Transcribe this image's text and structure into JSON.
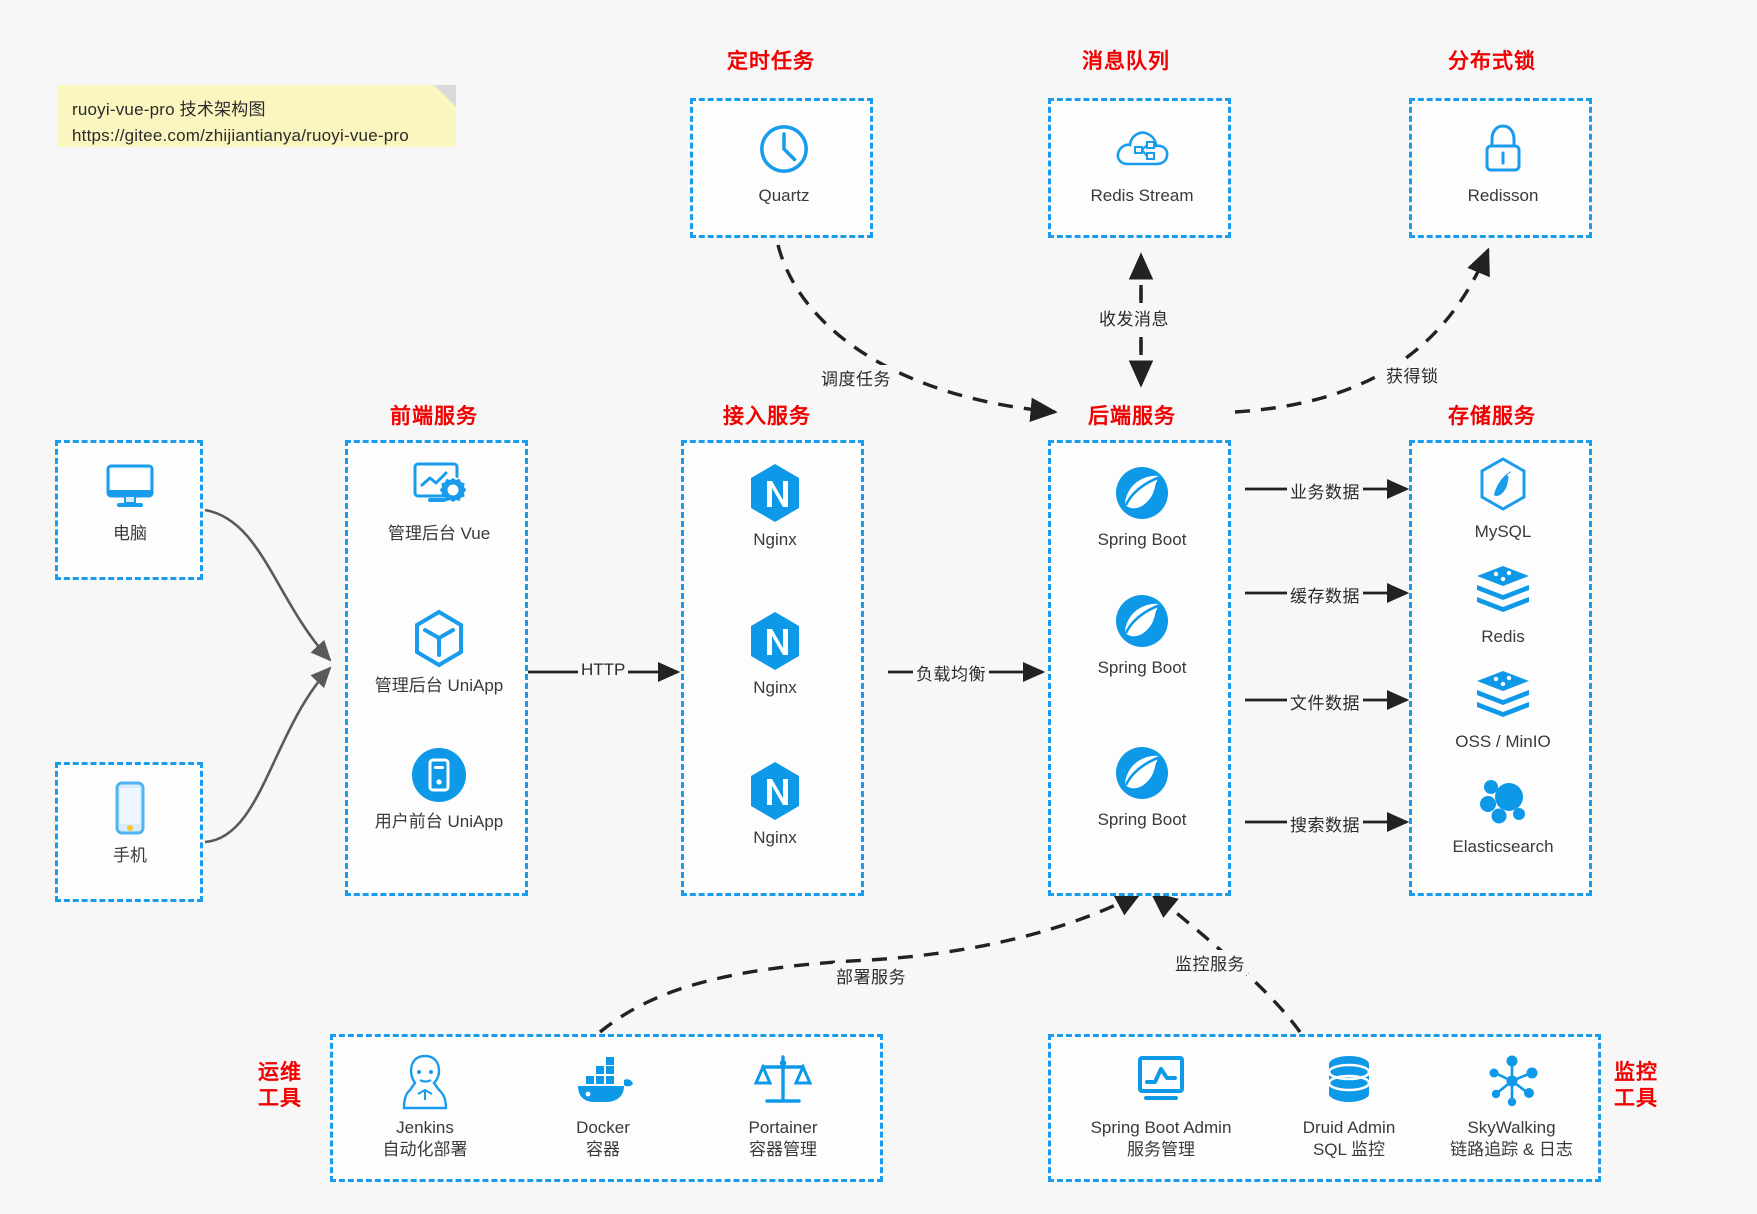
{
  "note": {
    "line1": "ruoyi-vue-pro 技术架构图",
    "line2": "https://gitee.com/zhijiantianya/ruoyi-vue-pro"
  },
  "colors": {
    "accent": "#1a9ced",
    "title": "#f00000",
    "text": "#3a3a3a",
    "background": "#f7f7f7",
    "note_bg": "#fbf6bf",
    "arrow": "#222222",
    "client_arrow": "#58595b"
  },
  "groups": {
    "scheduler": {
      "title": "定时任务",
      "nodes": [
        {
          "label": "Quartz",
          "icon": "clock-icon"
        }
      ]
    },
    "mq": {
      "title": "消息队列",
      "nodes": [
        {
          "label": "Redis Stream",
          "icon": "cloud-stream-icon"
        }
      ]
    },
    "lock": {
      "title": "分布式锁",
      "nodes": [
        {
          "label": "Redisson",
          "icon": "lock-icon"
        }
      ]
    },
    "clients": {
      "nodes": [
        {
          "label": "电脑",
          "icon": "desktop-icon"
        },
        {
          "label": "手机",
          "icon": "mobile-icon"
        }
      ]
    },
    "frontend": {
      "title": "前端服务",
      "nodes": [
        {
          "label": "管理后台 Vue",
          "icon": "dashboard-icon"
        },
        {
          "label": "管理后台 UniApp",
          "icon": "cube-icon"
        },
        {
          "label": "用户前台 UniApp",
          "icon": "app-icon"
        }
      ]
    },
    "gateway": {
      "title": "接入服务",
      "nodes": [
        {
          "label": "Nginx",
          "icon": "nginx-icon"
        },
        {
          "label": "Nginx",
          "icon": "nginx-icon"
        },
        {
          "label": "Nginx",
          "icon": "nginx-icon"
        }
      ]
    },
    "backend": {
      "title": "后端服务",
      "nodes": [
        {
          "label": "Spring Boot",
          "icon": "spring-icon"
        },
        {
          "label": "Spring Boot",
          "icon": "spring-icon"
        },
        {
          "label": "Spring Boot",
          "icon": "spring-icon"
        }
      ]
    },
    "storage": {
      "title": "存储服务",
      "nodes": [
        {
          "label": "MySQL",
          "icon": "mysql-icon"
        },
        {
          "label": "Redis",
          "icon": "redis-icon"
        },
        {
          "label": "OSS / MinIO",
          "icon": "redis-icon"
        },
        {
          "label": "Elasticsearch",
          "icon": "elasticsearch-icon"
        }
      ]
    },
    "devops": {
      "title_line1": "运维",
      "title_line2": "工具",
      "nodes": [
        {
          "label": "Jenkins",
          "sub": "自动化部署",
          "icon": "jenkins-icon"
        },
        {
          "label": "Docker",
          "sub": "容器",
          "icon": "docker-icon"
        },
        {
          "label": "Portainer",
          "sub": "容器管理",
          "icon": "scales-icon"
        }
      ]
    },
    "monitor": {
      "title_line1": "监控",
      "title_line2": "工具",
      "nodes": [
        {
          "label": "Spring Boot Admin",
          "sub": "服务管理",
          "icon": "monitor-chart-icon"
        },
        {
          "label": "Druid Admin",
          "sub": "SQL 监控",
          "icon": "database-icon"
        },
        {
          "label": "SkyWalking",
          "sub": "链路追踪 & 日志",
          "icon": "skywalking-icon"
        }
      ]
    }
  },
  "edges": [
    {
      "id": "http",
      "label": "HTTP"
    },
    {
      "id": "lb",
      "label": "负载均衡"
    },
    {
      "id": "schedule",
      "label": "调度任务"
    },
    {
      "id": "mq",
      "label": "收发消息"
    },
    {
      "id": "getlock",
      "label": "获得锁"
    },
    {
      "id": "biz",
      "label": "业务数据"
    },
    {
      "id": "cache",
      "label": "缓存数据"
    },
    {
      "id": "file",
      "label": "文件数据"
    },
    {
      "id": "search",
      "label": "搜索数据"
    },
    {
      "id": "deploy",
      "label": "部署服务"
    },
    {
      "id": "monitor",
      "label": "监控服务"
    }
  ]
}
